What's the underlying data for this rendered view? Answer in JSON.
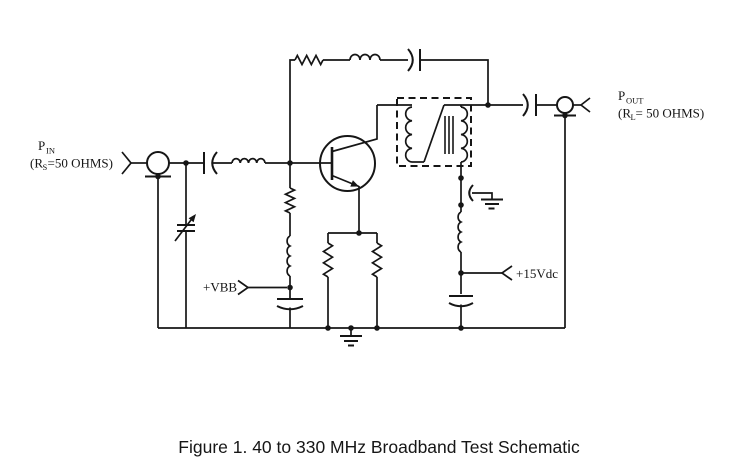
{
  "figure": {
    "caption": "Figure 1. 40 to 330 MHz Broadband Test Schematic"
  },
  "labels": {
    "input": {
      "p": "P",
      "p_sub": "IN",
      "r_prefix": "(R",
      "r_sub": "S",
      "r_suffix": "=50 OHMS)"
    },
    "output": {
      "p": "P",
      "p_sub": "OUT",
      "r_prefix": "(R",
      "r_sub": "L",
      "r_suffix": "= 50 OHMS)"
    },
    "vbb": "+VBB",
    "supply": "+15Vdc"
  },
  "colors": {
    "line": "#161616",
    "background": "#ffffff"
  },
  "components": [
    "input-connector",
    "variable-tuning-capacitor",
    "input-coupling-capacitor",
    "input-matching-inductor",
    "feedback-resistor",
    "feedback-inductor",
    "feedback-capacitor",
    "npn-transistor",
    "base-bias-resistor",
    "base-rf-choke",
    "vbb-bypass-capacitor",
    "emitter-resistor-left",
    "emitter-resistor-right",
    "transmission-line-transformer",
    "collector-bypass-capacitor",
    "collector-rf-choke",
    "supply-bypass-capacitor",
    "output-coupling-capacitor",
    "output-connector",
    "ground"
  ]
}
